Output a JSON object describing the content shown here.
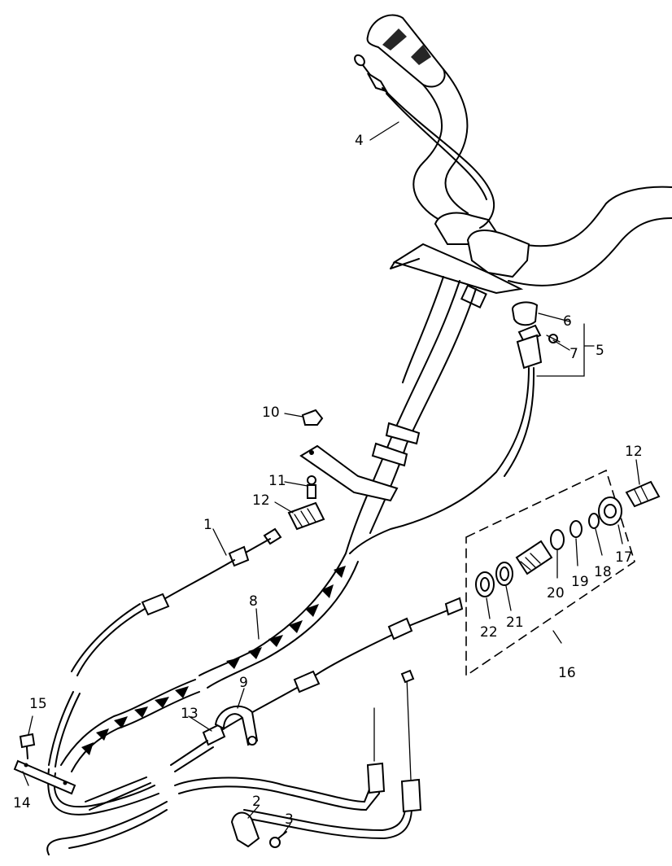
{
  "diagram": {
    "labels": [
      {
        "id": "label-1",
        "text": "1"
      },
      {
        "id": "label-2",
        "text": "2"
      },
      {
        "id": "label-3",
        "text": "3"
      },
      {
        "id": "label-4",
        "text": "4"
      },
      {
        "id": "label-5",
        "text": "5"
      },
      {
        "id": "label-6",
        "text": "6"
      },
      {
        "id": "label-7",
        "text": "7"
      },
      {
        "id": "label-8",
        "text": "8"
      },
      {
        "id": "label-9",
        "text": "9"
      },
      {
        "id": "label-10",
        "text": "10"
      },
      {
        "id": "label-11",
        "text": "11"
      },
      {
        "id": "label-12a",
        "text": "12"
      },
      {
        "id": "label-12b",
        "text": "12"
      },
      {
        "id": "label-13",
        "text": "13"
      },
      {
        "id": "label-14",
        "text": "14"
      },
      {
        "id": "label-15",
        "text": "15"
      },
      {
        "id": "label-16",
        "text": "16"
      },
      {
        "id": "label-17",
        "text": "17"
      },
      {
        "id": "label-18",
        "text": "18"
      },
      {
        "id": "label-19",
        "text": "19"
      },
      {
        "id": "label-20",
        "text": "20"
      },
      {
        "id": "label-21",
        "text": "21"
      },
      {
        "id": "label-22",
        "text": "22"
      }
    ]
  }
}
